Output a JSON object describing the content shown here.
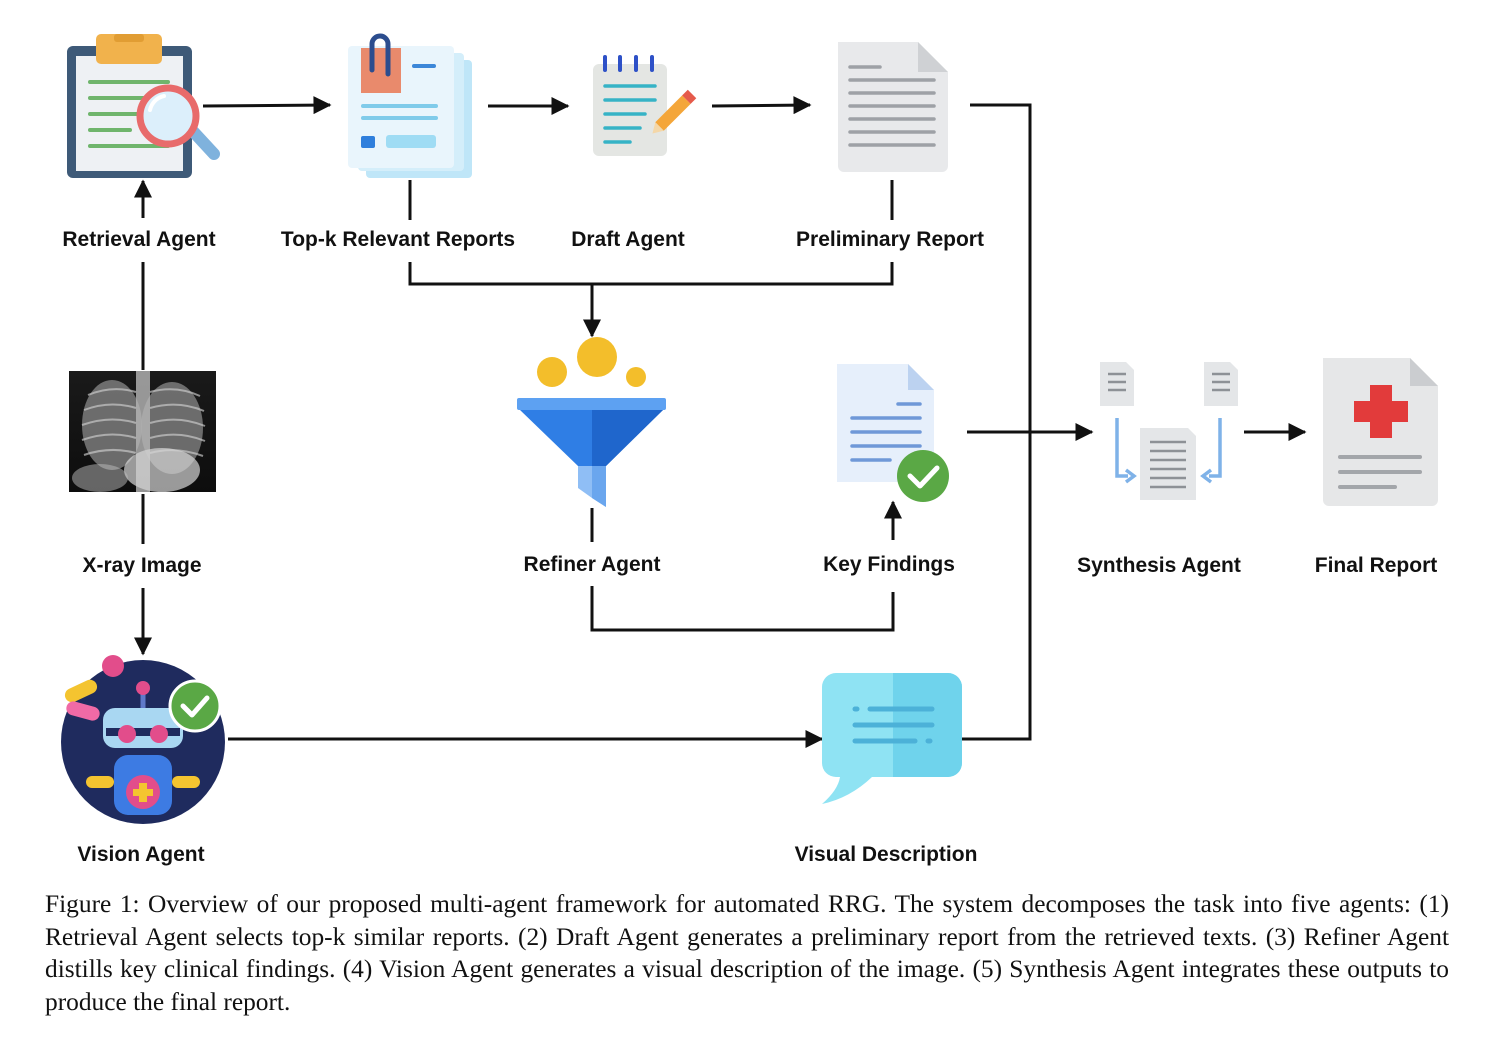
{
  "nodes": {
    "retrieval_agent": "Retrieval Agent",
    "top_k_reports": "Top-k Relevant Reports",
    "draft_agent": "Draft Agent",
    "preliminary_report": "Preliminary Report",
    "xray_image": "X-ray Image",
    "refiner_agent": "Refiner Agent",
    "key_findings": "Key Findings",
    "synthesis_agent": "Synthesis Agent",
    "final_report": "Final Report",
    "vision_agent": "Vision Agent",
    "visual_description": "Visual Description"
  },
  "caption": "Figure 1: Overview of our proposed multi-agent framework for automated RRG. The system decomposes the task into five agents: (1) Retrieval Agent selects top-k similar reports. (2) Draft Agent generates a preliminary report from the retrieved texts. (3) Refiner Agent distills key clinical findings. (4) Vision Agent generates a visual description of the image. (5) Synthesis Agent integrates these outputs to produce the final report.",
  "colors": {
    "line": "#111111",
    "clipboard": "#3e5a78",
    "funnel": "#4f97f0",
    "coin": "#f3be2b",
    "check": "#5aa845",
    "bubble": "#8fe3f3",
    "red_cross": "#e23b3b",
    "robot_bg": "#1f2b5e"
  },
  "icons": {
    "retrieval": "clipboard-magnifier-icon",
    "reports": "document-stack-icon",
    "draft": "notepad-pencil-icon",
    "preliminary": "document-icon",
    "xray": "chest-xray-icon",
    "refiner": "funnel-icon",
    "findings": "document-check-icon",
    "synthesis": "documents-merge-icon",
    "final": "medical-report-icon",
    "vision": "medical-robot-icon",
    "description": "speech-bubble-icon"
  }
}
